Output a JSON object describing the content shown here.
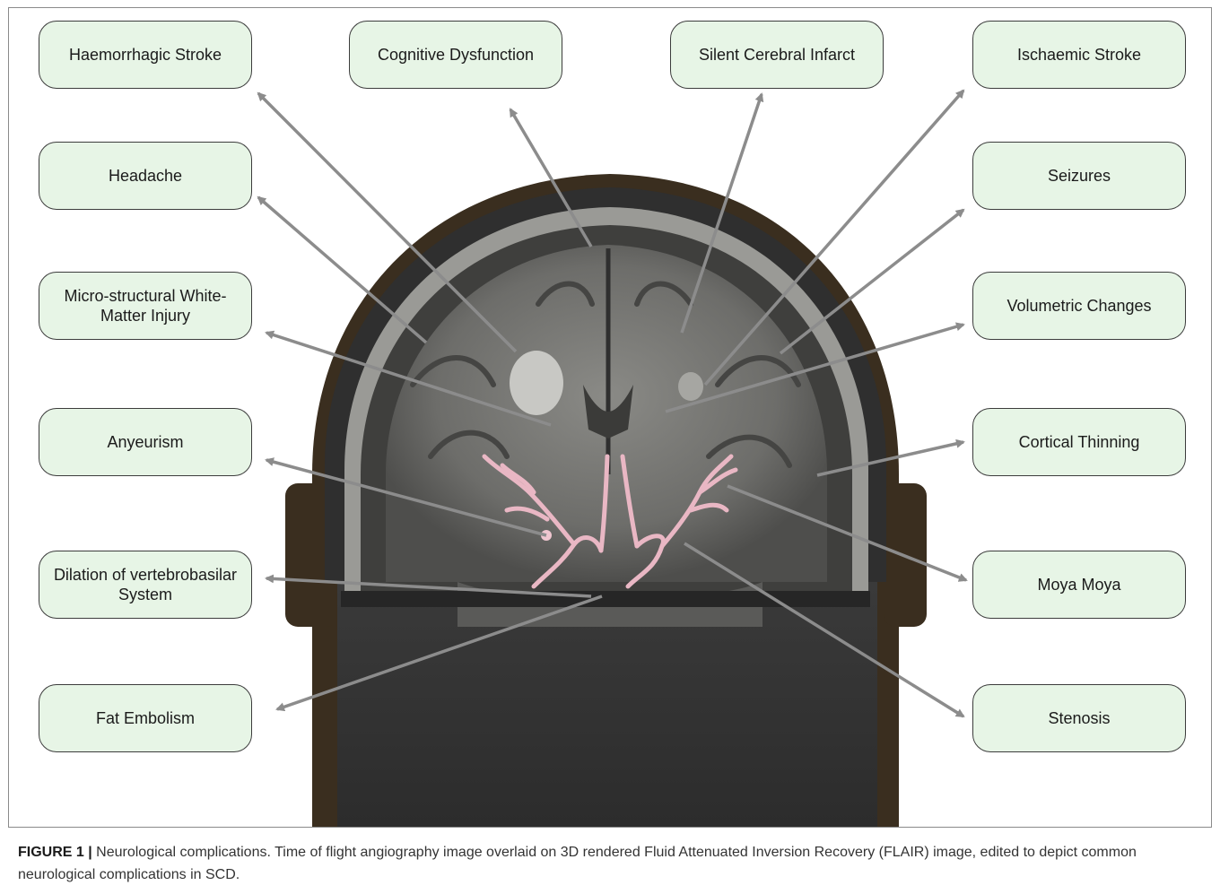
{
  "labels": {
    "left": [
      "Haemorrhagic Stroke",
      "Headache",
      "Micro-structural White-Matter Injury",
      "Anyeurism",
      "Dilation of vertebrobasilar System",
      "Fat Embolism"
    ],
    "top": [
      "Cognitive Dysfunction",
      "Silent Cerebral Infarct"
    ],
    "right": [
      "Ischaemic Stroke",
      "Seizures",
      "Volumetric Changes",
      "Cortical Thinning",
      "Moya Moya",
      "Stenosis"
    ]
  },
  "caption": {
    "figure_label": "FIGURE 1 |",
    "text": " Neurological complications. Time of flight angiography image overlaid on 3D rendered Fluid Attenuated Inversion Recovery (FLAIR) image, edited to depict common neurological complications in SCD."
  },
  "colors": {
    "box_fill": "#e7f5e6",
    "box_border": "#3c3c3c",
    "arrow": "#8c8c8c",
    "head_outline": "#3a2e1f",
    "vessels": "#e9b7c4"
  }
}
